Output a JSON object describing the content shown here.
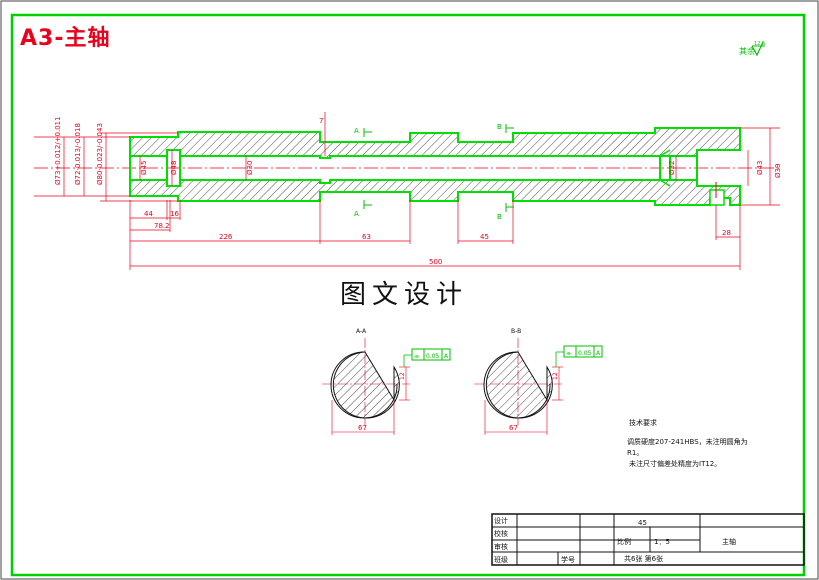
{
  "sheet_title": "A3-主轴",
  "watermark": "图文设计",
  "roughness_symbol": "其余",
  "roughness_value": "12.5",
  "main_view": {
    "diameters": [
      "Ø73+0.012/+0.011",
      "Ø72-0.013/-0.018",
      "Ø80-0.023/-0.043",
      "Ø45",
      "Ø48",
      "Ø30",
      "Ø32",
      "Ø43",
      "Ø39"
    ],
    "dims": {
      "d44": "44",
      "d16": "16",
      "d78": "78.2",
      "d226": "226",
      "d63": "63",
      "d45": "45",
      "d28": "28",
      "d500": "500",
      "d7": "7"
    },
    "section_marks": {
      "a": "A",
      "b": "B"
    }
  },
  "sections": [
    {
      "title": "A-A",
      "width_dim": "67",
      "key_dim": "12",
      "tolerance": "0.05",
      "datum": "A",
      "sym": "⌯"
    },
    {
      "title": "B-B",
      "width_dim": "67",
      "key_dim": "12",
      "tolerance": "0.05",
      "datum": "A",
      "sym": "⌯"
    }
  ],
  "tech_requirements": {
    "heading": "技术要求",
    "line1": "调质硬度207-241HBS，未注明圆角为",
    "line2": "R1。",
    "line3": "未注尺寸偏差处精度为IT12。"
  },
  "title_block": {
    "rows": [
      "设计",
      "校核",
      "审核",
      "班级"
    ],
    "xuehao": "学号",
    "material": "45",
    "scale_label": "比例",
    "scale_value": "1：5",
    "part_name": "主轴",
    "sheets": "共6张  第6张"
  },
  "colors": {
    "border": "#00d000",
    "dim": "#e8001c",
    "outline": "#00e000",
    "hatch": "#222222"
  }
}
